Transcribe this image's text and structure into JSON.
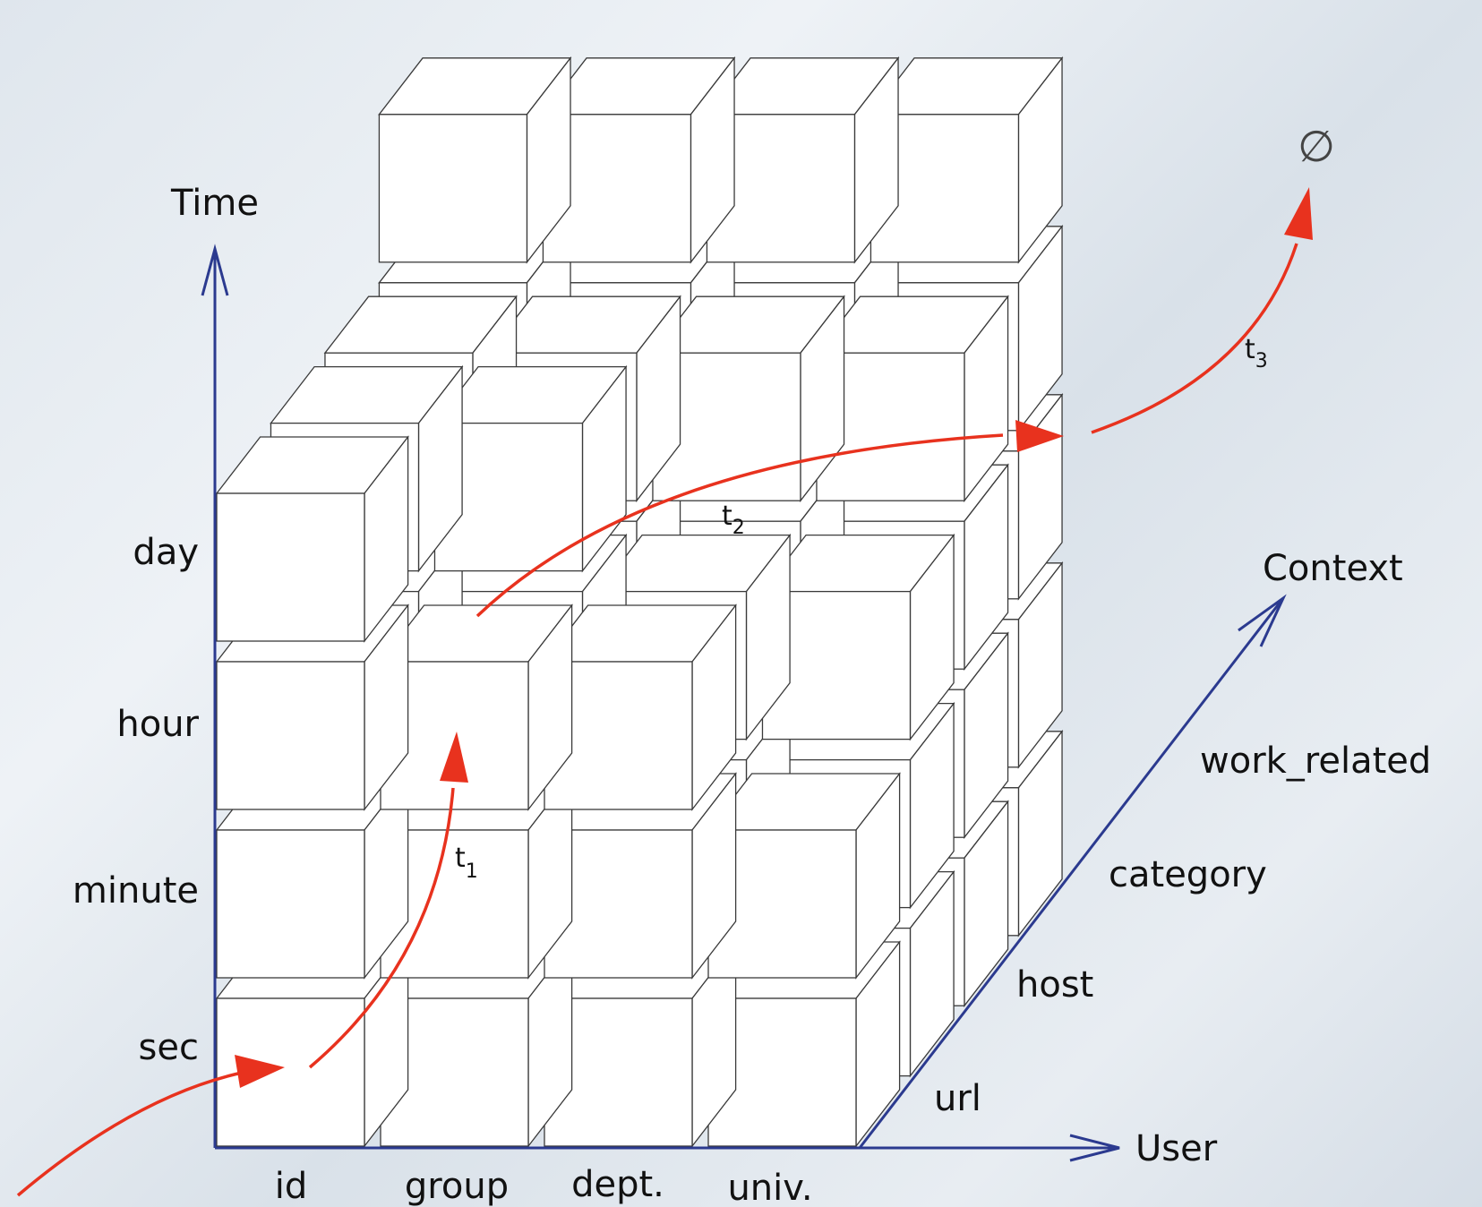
{
  "axes": {
    "time": "Time",
    "user": "User",
    "context": "Context"
  },
  "time_levels": [
    "sec",
    "minute",
    "hour",
    "day"
  ],
  "user_levels": [
    "id",
    "group",
    "dept.",
    "univ."
  ],
  "context_levels": [
    "url",
    "host",
    "category",
    "work_related"
  ],
  "transitions": {
    "t1": {
      "base": "t",
      "sub": "1"
    },
    "t2": {
      "base": "t",
      "sub": "2"
    },
    "t3": {
      "base": "t",
      "sub": "3"
    }
  },
  "empty_set": "∅",
  "colors": {
    "axis": "#2b3a8f",
    "transition": "#e8321e"
  }
}
